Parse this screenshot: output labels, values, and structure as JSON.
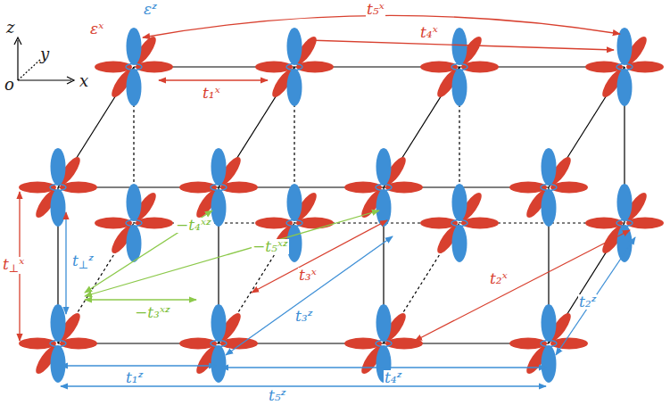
{
  "diagram": {
    "labels": [
      "z",
      "y",
      "o",
      "x",
      "εᶻ",
      "εˣ",
      "t₅ˣ",
      "t₄ˣ",
      "t₁ˣ",
      "t⊥ˣ",
      "t⊥ᶻ",
      "−t₄ˣᶻ",
      "−t₅ˣᶻ",
      "−t₃ˣᶻ",
      "t₃ˣ",
      "t₂ˣ",
      "t₁ᶻ",
      "t₃ᶻ",
      "t₄ᶻ",
      "t₂ᶻ",
      "t₅ᶻ"
    ]
  }
}
